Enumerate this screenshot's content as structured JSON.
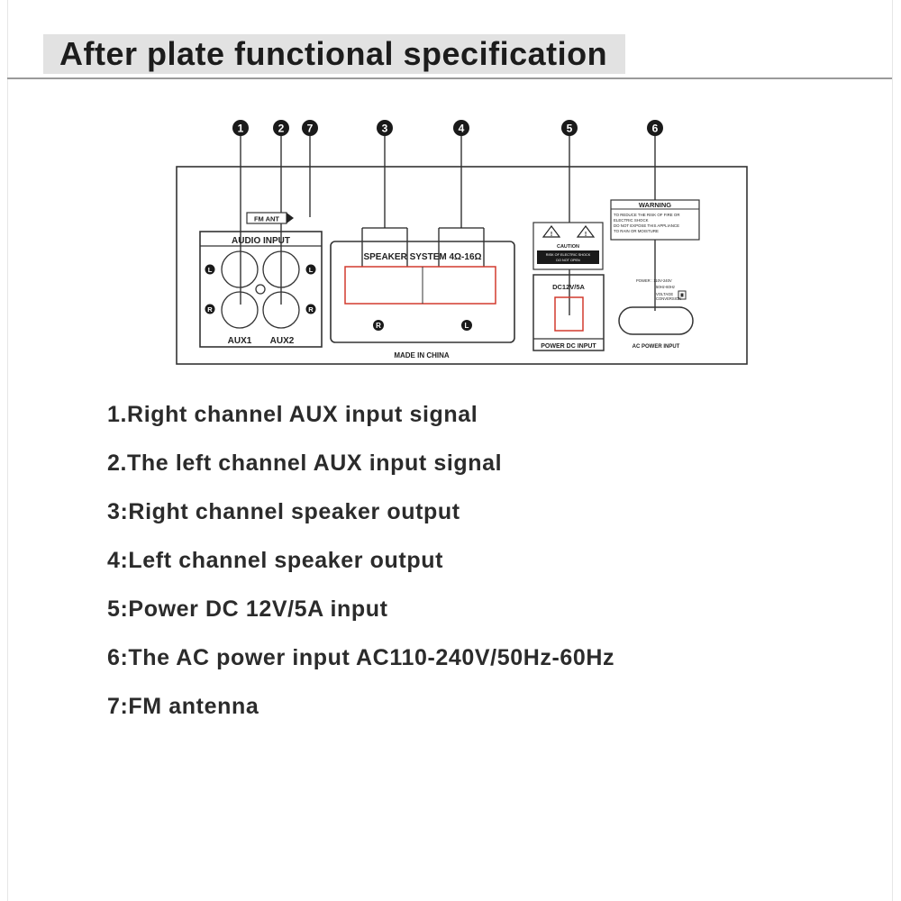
{
  "title": "After plate functional specification",
  "callouts": [
    "1",
    "2",
    "7",
    "3",
    "4",
    "5",
    "6"
  ],
  "panel": {
    "fm_ant": "FM ANT",
    "audio_input": "AUDIO INPUT",
    "channel_l": "L",
    "channel_r": "R",
    "aux1": "AUX1",
    "aux2": "AUX2",
    "speaker_system": "SPEAKER SYSTEM 4Ω-16Ω",
    "made_in": "MADE IN CHINA",
    "caution": "CAUTION",
    "caution_sub1": "RISK OF ELECTRIC SHOCK",
    "caution_sub2": "DO NOT OPEN",
    "dc_rating": "DC12V/5A",
    "power_dc_input": "POWER DC INPUT",
    "warning": "WARNING",
    "warning_lines": [
      "TO REDUCE THE RISK OF FIRE OR",
      "ELECTRIC SHOCK",
      "DO NOT EXPOSE THIS APPLIANCE",
      "TO RAIN OR MOISTURE"
    ],
    "power_rating": "POWER : 110V-240V",
    "frequency": "50Hz-60Hz",
    "voltage": "VOLTAGE",
    "conversion": "CONVERSION",
    "ac_power_input": "AC POWER INPUT"
  },
  "specs": [
    "1.Right channel AUX input signal",
    "2.The left channel AUX input signal",
    "3:Right channel speaker output",
    "4:Left channel speaker output",
    "5:Power DC 12V/5A input",
    "6:The AC power input AC110-240V/50Hz-60Hz",
    "7:FM antenna"
  ]
}
